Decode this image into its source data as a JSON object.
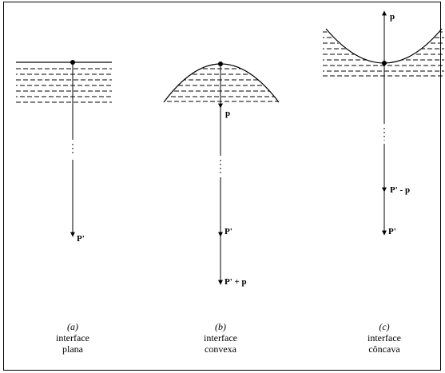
{
  "panels": [
    {
      "id": "a",
      "letter": "(a)",
      "caption_line1": "interface",
      "caption_line2": "plana",
      "vectors": [
        {
          "label": "P'",
          "kind": "down"
        }
      ]
    },
    {
      "id": "b",
      "letter": "(b)",
      "caption_line1": "interface",
      "caption_line2": "convexa",
      "vectors": [
        {
          "label": "p",
          "kind": "down-short"
        },
        {
          "label": "P'",
          "kind": "down"
        },
        {
          "label": "P' + p",
          "kind": "down"
        }
      ]
    },
    {
      "id": "c",
      "letter": "(c)",
      "caption_line1": "interface",
      "caption_line2": "côncava",
      "vectors": [
        {
          "label": "p",
          "kind": "up"
        },
        {
          "label": "P' - p",
          "kind": "down"
        },
        {
          "label": "P'",
          "kind": "down"
        }
      ]
    }
  ]
}
